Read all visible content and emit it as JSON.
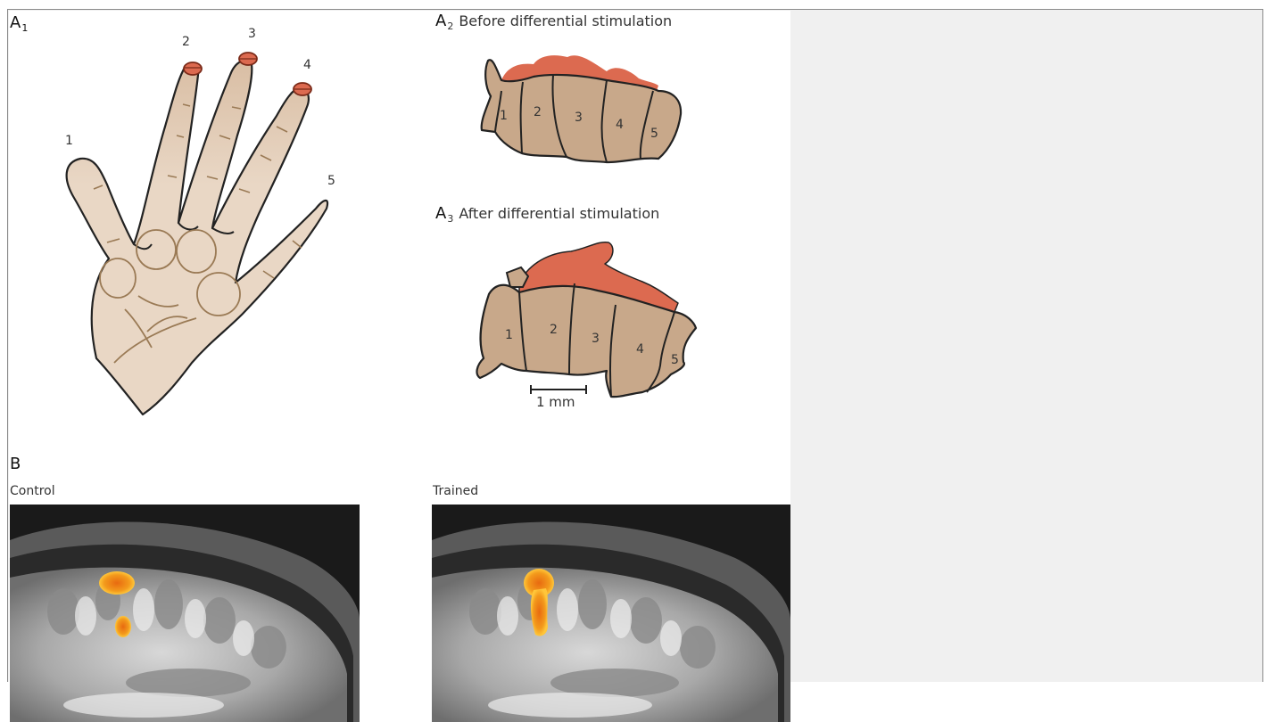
{
  "panels": {
    "a1": {
      "letter": "A",
      "sub": "1"
    },
    "a2": {
      "letter": "A",
      "sub": "2",
      "title": "Before differential stimulation"
    },
    "a3": {
      "letter": "A",
      "sub": "3",
      "title": "After differential stimulation"
    },
    "b": {
      "letter": "B"
    }
  },
  "hand_finger_labels": [
    "1",
    "2",
    "3",
    "4",
    "5"
  ],
  "map_region_labels": [
    "1",
    "2",
    "3",
    "4",
    "5"
  ],
  "scale_bar": {
    "label": "1 mm"
  },
  "scans": [
    {
      "label": "Control"
    },
    {
      "label": "Trained"
    }
  ],
  "colors": {
    "skin_dark": "#c8a88a",
    "skin_light": "#e9d7c5",
    "highlight": "#dc6a50",
    "outline": "#222222",
    "activation_orange": "#f39a1c",
    "activation_yellow": "#ffc63a"
  }
}
